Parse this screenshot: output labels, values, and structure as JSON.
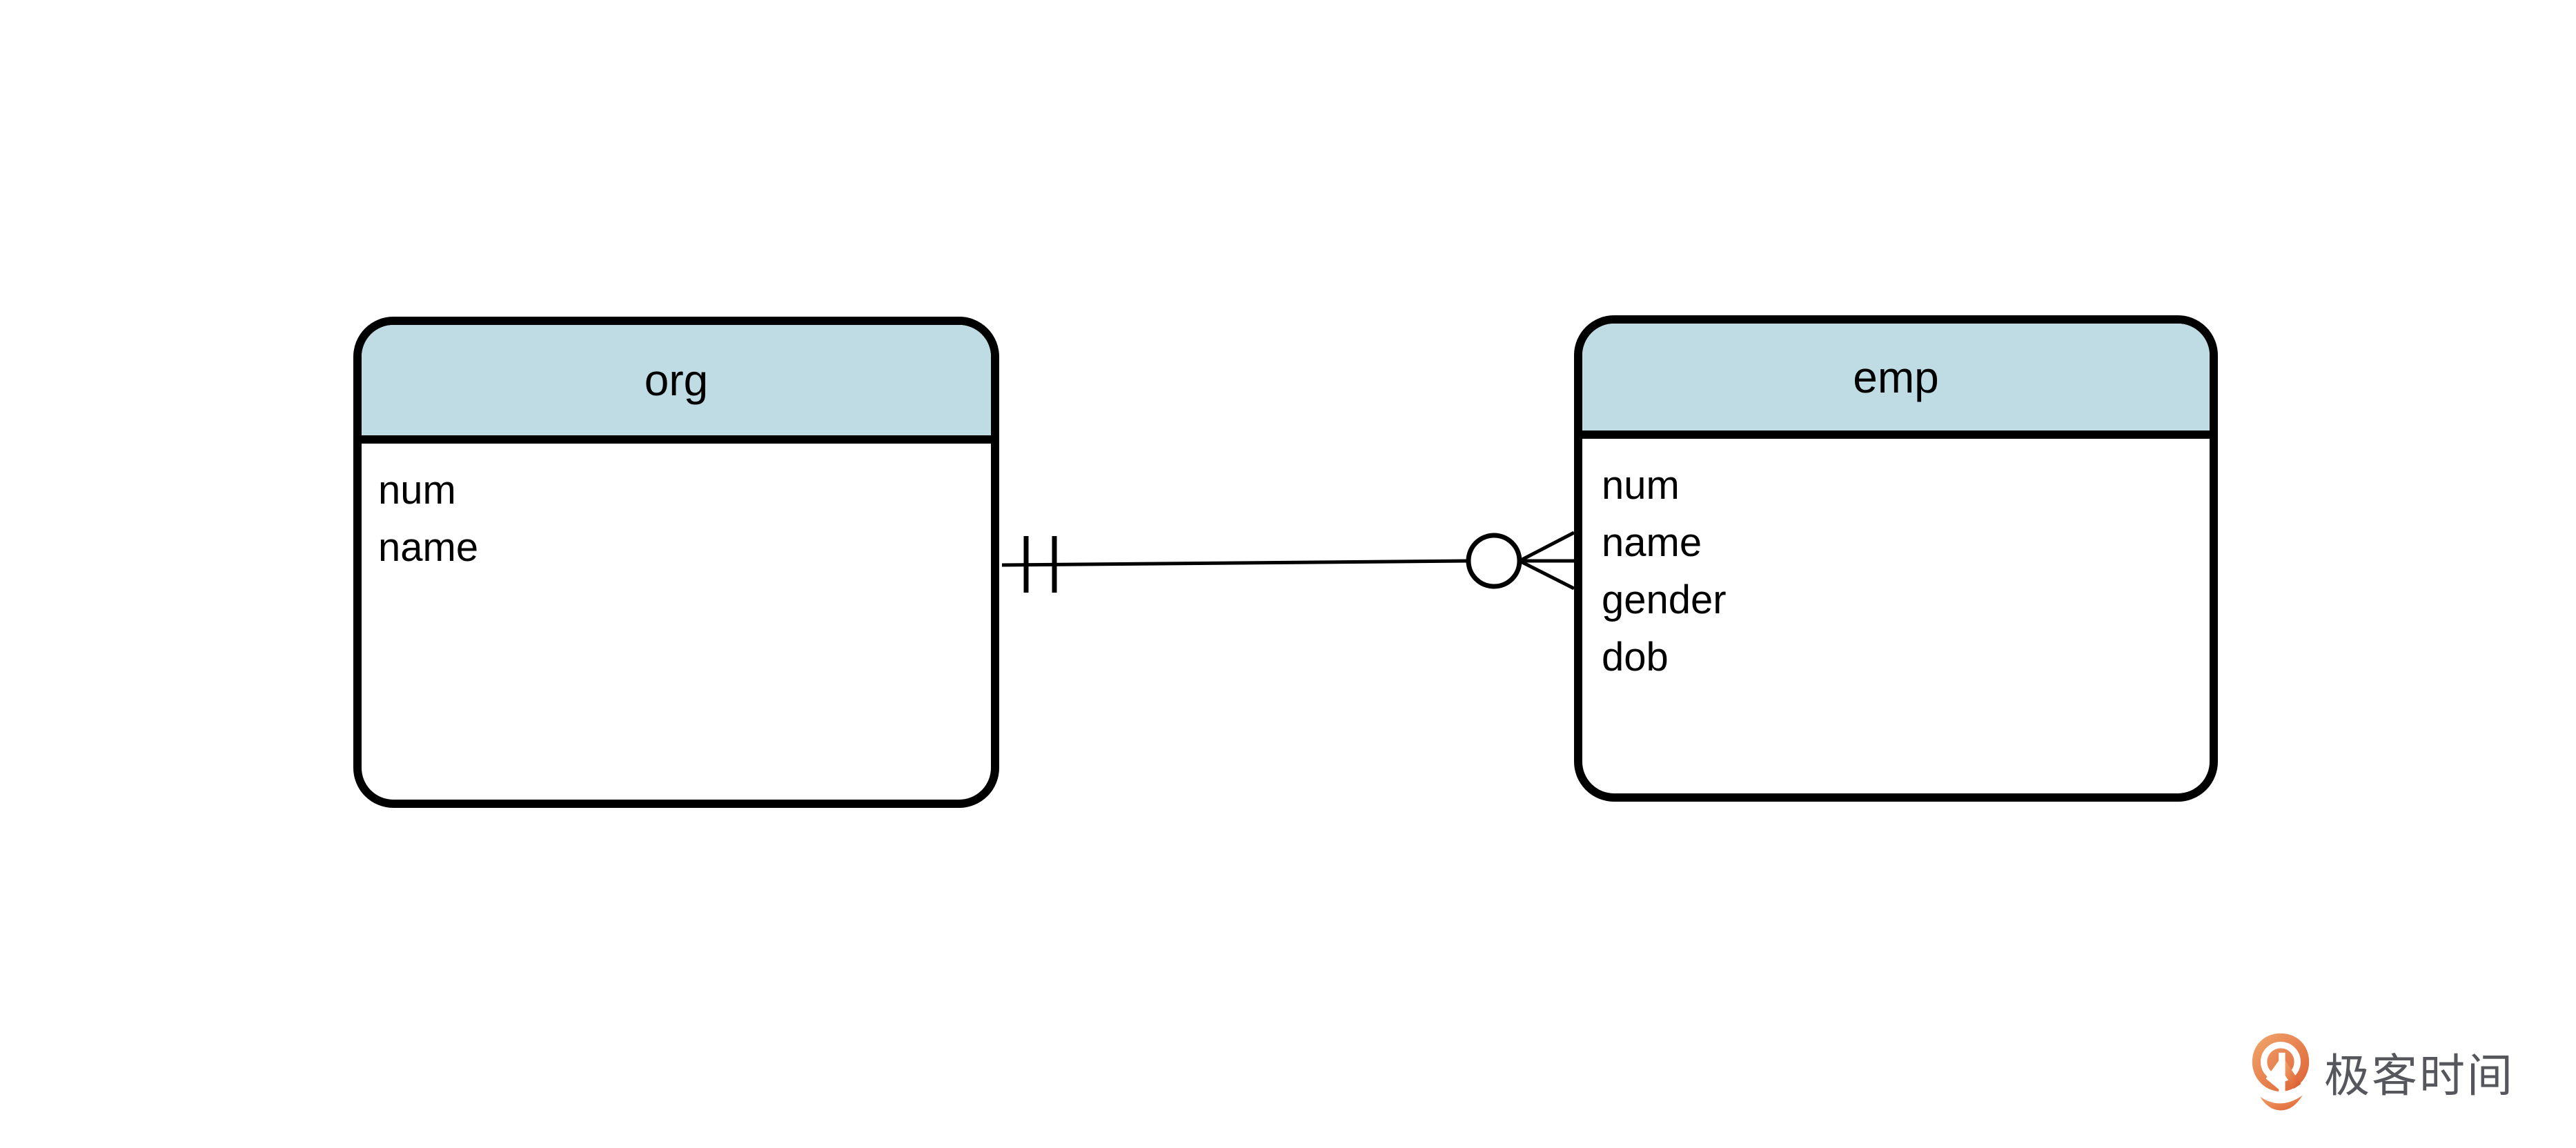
{
  "diagram": {
    "type": "entity-relationship",
    "notation": "crows-foot",
    "entities": [
      {
        "title": "org",
        "attributes": [
          "num",
          "name"
        ]
      },
      {
        "title": "emp",
        "attributes": [
          "num",
          "name",
          "gender",
          "dob"
        ]
      }
    ],
    "relationship": {
      "from": "org",
      "to": "emp",
      "from_cardinality": "one and only one",
      "from_marker": "double-bar",
      "to_cardinality": "zero or many",
      "to_marker": "circle-crows-foot"
    },
    "colors": {
      "entity_header_fill": "#BFDCE5",
      "entity_border": "#000000",
      "line": "#000000",
      "canvas_background": "#FFFFFF"
    }
  },
  "branding": {
    "logo_text": "极客时间",
    "logo_icon": "geektime-logo",
    "logo_text_color": "#55575C",
    "logo_orange_dark": "#DD6033",
    "logo_orange_light": "#F2A76E"
  }
}
